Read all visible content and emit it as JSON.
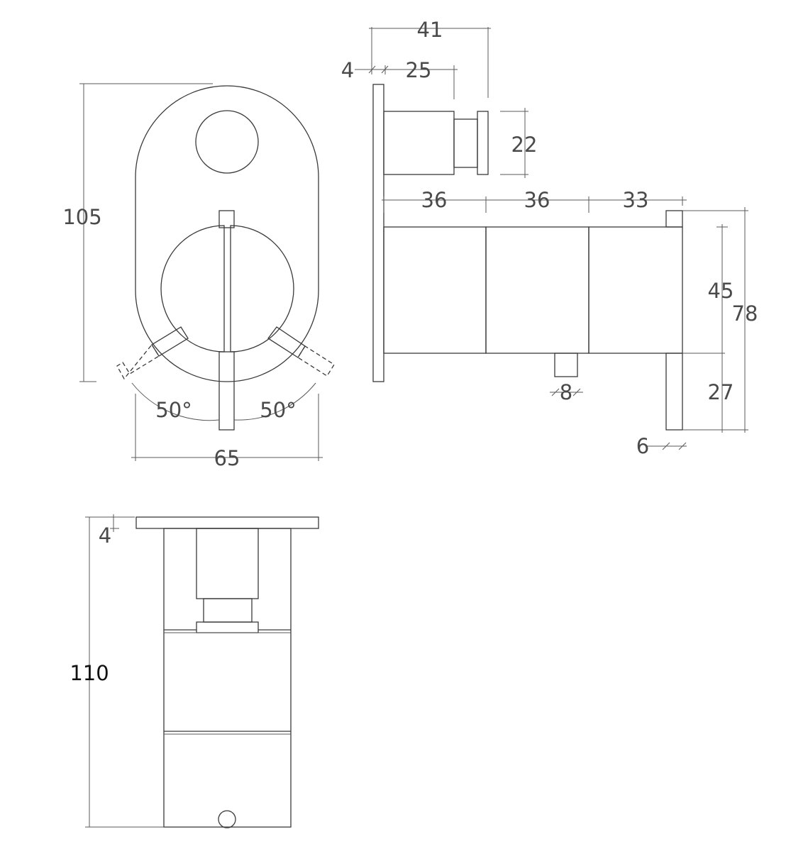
{
  "front_view": {
    "height": "105",
    "width": "65",
    "angle_left": "50°",
    "angle_right": "50°"
  },
  "side_view": {
    "total_depth": "41",
    "plate_thickness": "4",
    "knob_depth": "25",
    "knob_diameter": "22",
    "section_1": "36",
    "section_2": "36",
    "section_3": "33",
    "body_height": "45",
    "total_height": "78",
    "outlet_drop": "27",
    "outlet_width": "8",
    "bar_thickness": "6"
  },
  "top_view": {
    "plate_thickness": "4",
    "total_length": "110"
  }
}
